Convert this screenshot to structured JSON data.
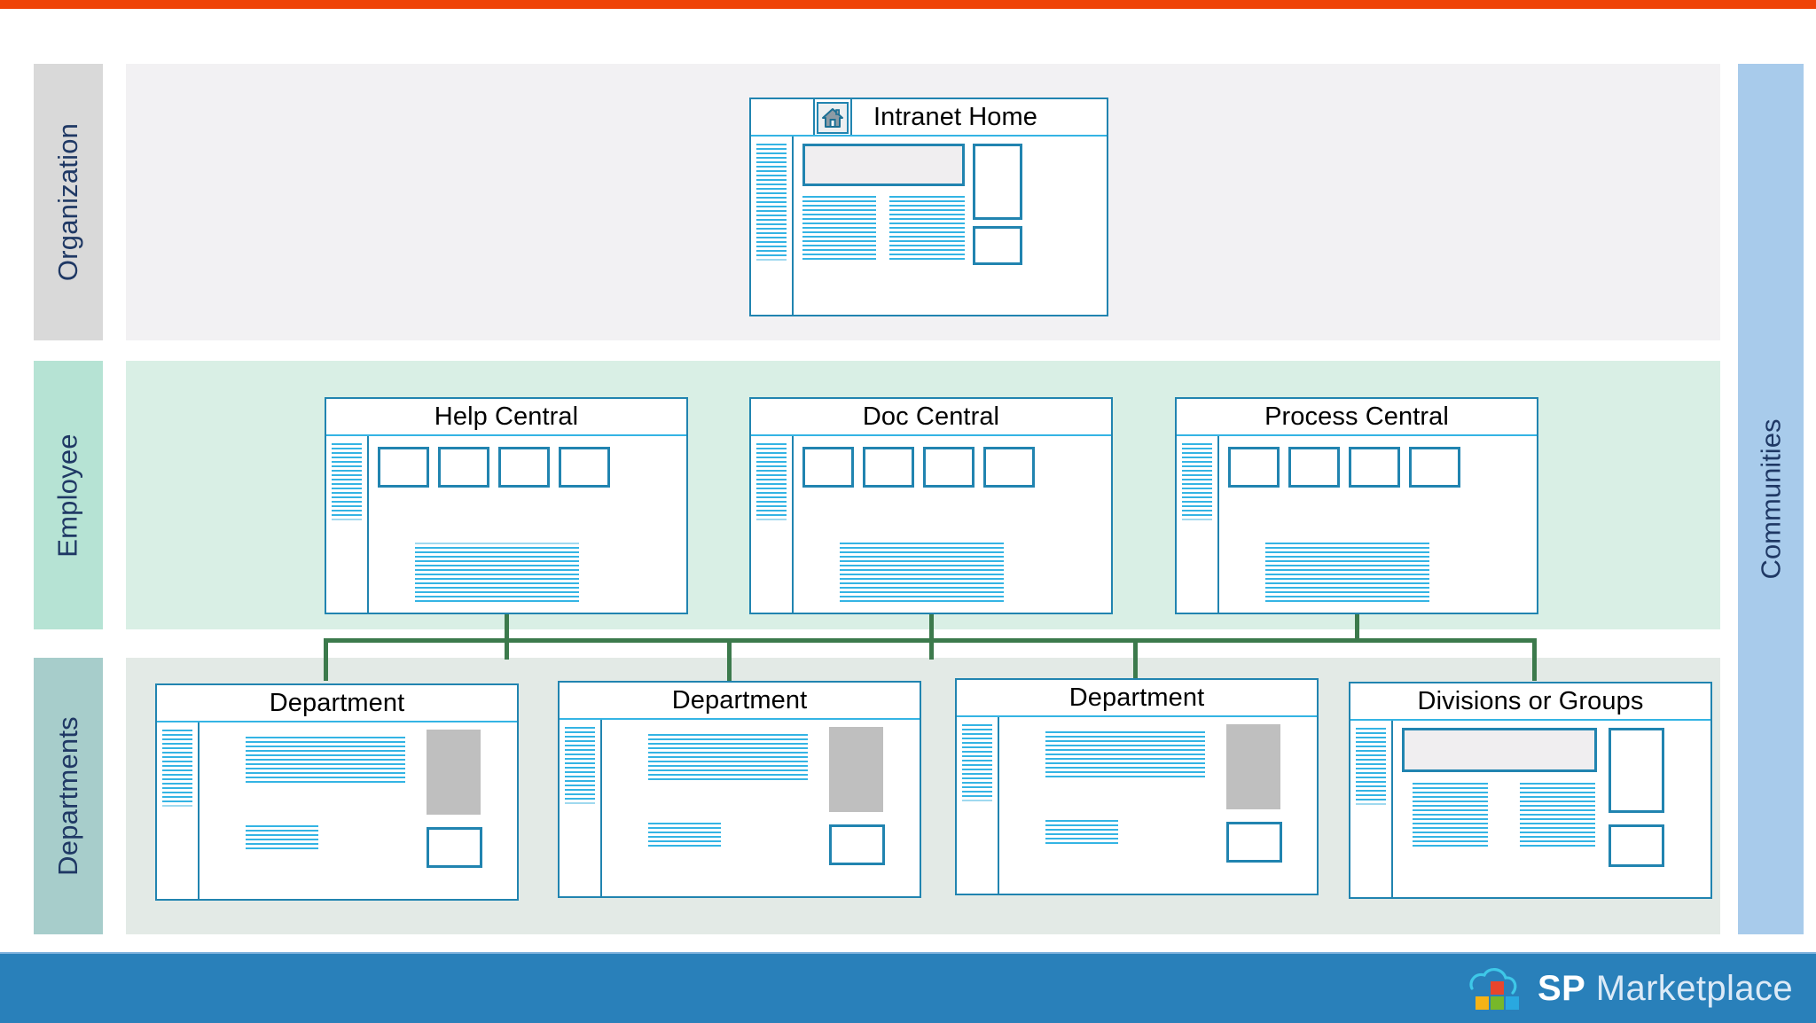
{
  "theme": {
    "accent_orange": "#EF4308",
    "footer_blue": "#2980BA",
    "card_border_blue": "#2184B0",
    "line_blue": "#34B4E4",
    "connector_green": "#3C7A4C",
    "lane_org_bg": "#D9D9D9",
    "lane_employee_bg": "#B6E3D4",
    "lane_departments_bg": "#A7CDCB",
    "communities_bg": "#A8CBEB",
    "label_text": "#1F3864"
  },
  "lanes": [
    {
      "id": "organization",
      "label": "Organization"
    },
    {
      "id": "employee",
      "label": "Employee"
    },
    {
      "id": "departments",
      "label": "Departments"
    }
  ],
  "communities": {
    "label": "Communities"
  },
  "cards": {
    "intranet_home": {
      "title": "Intranet Home",
      "icon": "home-icon"
    },
    "help_central": {
      "title": "Help Central"
    },
    "doc_central": {
      "title": "Doc Central"
    },
    "process_central": {
      "title": "Process Central"
    },
    "department_1": {
      "title": "Department"
    },
    "department_2": {
      "title": "Department"
    },
    "department_3": {
      "title": "Department"
    },
    "divisions_groups": {
      "title": "Divisions or Groups"
    }
  },
  "footer": {
    "brand_primary": "SP",
    "brand_secondary": "Marketplace",
    "logo_icon": "sp-cloud-squares-logo"
  }
}
